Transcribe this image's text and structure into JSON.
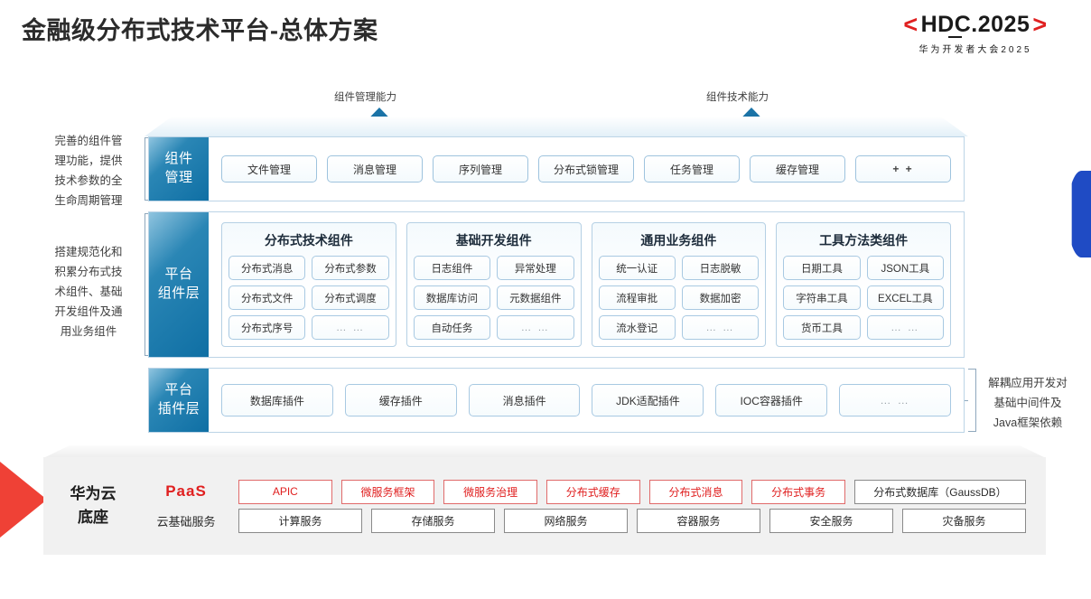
{
  "header": {
    "title": "金融级分布式技术平台-总体方案",
    "logo": {
      "left_bracket": "<",
      "text": "HDC.2025",
      "right_bracket": ">",
      "subtitle": "华为开发者大会2025"
    }
  },
  "capabilities": [
    {
      "label": "组件管理能力"
    },
    {
      "label": "组件技术能力"
    }
  ],
  "notes": {
    "component_mgmt": "完善的组件管\n理功能，提供\n技术参数的全\n生命周期管理",
    "platform_components": "搭建规范化和\n积累分布式技\n术组件、基础\n开发组件及通\n用业务组件",
    "plugin_layer": "解耦应用开发对\n基础中间件及\nJava框架依赖"
  },
  "layers": [
    {
      "id": "component-management",
      "tab": [
        "组件",
        "管理"
      ],
      "items": [
        {
          "label": "文件管理",
          "kind": "normal"
        },
        {
          "label": "消息管理",
          "kind": "normal"
        },
        {
          "label": "序列管理",
          "kind": "normal"
        },
        {
          "label": "分布式锁管理",
          "kind": "normal"
        },
        {
          "label": "任务管理",
          "kind": "normal"
        },
        {
          "label": "缓存管理",
          "kind": "normal"
        },
        {
          "label": "+ +",
          "kind": "plus"
        }
      ]
    },
    {
      "id": "platform-component-layer",
      "tab": [
        "平台",
        "组件层"
      ],
      "groups": [
        {
          "title": "分布式技术组件",
          "cells": [
            {
              "label": "分布式消息",
              "kind": "normal"
            },
            {
              "label": "分布式参数",
              "kind": "normal"
            },
            {
              "label": "分布式文件",
              "kind": "normal"
            },
            {
              "label": "分布式调度",
              "kind": "normal"
            },
            {
              "label": "分布式序号",
              "kind": "normal"
            },
            {
              "label": "… …",
              "kind": "dots"
            }
          ]
        },
        {
          "title": "基础开发组件",
          "cells": [
            {
              "label": "日志组件",
              "kind": "normal"
            },
            {
              "label": "异常处理",
              "kind": "normal"
            },
            {
              "label": "数据库访问",
              "kind": "normal"
            },
            {
              "label": "元数据组件",
              "kind": "normal"
            },
            {
              "label": "自动任务",
              "kind": "normal"
            },
            {
              "label": "… …",
              "kind": "dots"
            }
          ]
        },
        {
          "title": "通用业务组件",
          "cells": [
            {
              "label": "统一认证",
              "kind": "normal"
            },
            {
              "label": "日志脱敏",
              "kind": "normal"
            },
            {
              "label": "流程审批",
              "kind": "normal"
            },
            {
              "label": "数据加密",
              "kind": "normal"
            },
            {
              "label": "流水登记",
              "kind": "normal"
            },
            {
              "label": "… …",
              "kind": "dots"
            }
          ]
        },
        {
          "title": "工具方法类组件",
          "cells": [
            {
              "label": "日期工具",
              "kind": "normal"
            },
            {
              "label": "JSON工具",
              "kind": "normal"
            },
            {
              "label": "字符串工具",
              "kind": "normal"
            },
            {
              "label": "EXCEL工具",
              "kind": "normal"
            },
            {
              "label": "货币工具",
              "kind": "normal"
            },
            {
              "label": "… …",
              "kind": "dots"
            }
          ]
        }
      ]
    },
    {
      "id": "platform-plugin-layer",
      "tab": [
        "平台",
        "插件层"
      ],
      "items": [
        {
          "label": "数据库插件",
          "kind": "normal"
        },
        {
          "label": "缓存插件",
          "kind": "normal"
        },
        {
          "label": "消息插件",
          "kind": "normal"
        },
        {
          "label": "JDK适配插件",
          "kind": "normal"
        },
        {
          "label": "IOC容器插件",
          "kind": "normal"
        },
        {
          "label": "… …",
          "kind": "dots"
        }
      ]
    }
  ],
  "base": {
    "title": [
      "华为云",
      "底座"
    ],
    "rows": [
      {
        "id": "paas",
        "kind_label": "PaaS",
        "services": [
          {
            "label": "APIC",
            "style": "red"
          },
          {
            "label": "微服务框架",
            "style": "red"
          },
          {
            "label": "微服务治理",
            "style": "red"
          },
          {
            "label": "分布式缓存",
            "style": "red"
          },
          {
            "label": "分布式消息",
            "style": "red"
          },
          {
            "label": "分布式事务",
            "style": "red"
          },
          {
            "label": "分布式数据库（GaussDB）",
            "style": "plain",
            "wide": true
          }
        ]
      },
      {
        "id": "cloud-infrastructure",
        "kind_label": "云基础服务",
        "services": [
          {
            "label": "计算服务",
            "style": "plain"
          },
          {
            "label": "存储服务",
            "style": "plain"
          },
          {
            "label": "网络服务",
            "style": "plain"
          },
          {
            "label": "容器服务",
            "style": "plain"
          },
          {
            "label": "安全服务",
            "style": "plain"
          },
          {
            "label": "灾备服务",
            "style": "plain"
          }
        ]
      }
    ]
  },
  "colors": {
    "brand_red": "#e02020",
    "layer_blue": "#0f6fa4",
    "accent_blue": "#1f4bc4",
    "wedge_red": "#ef4136",
    "base_grey": "#f1f1f1"
  }
}
